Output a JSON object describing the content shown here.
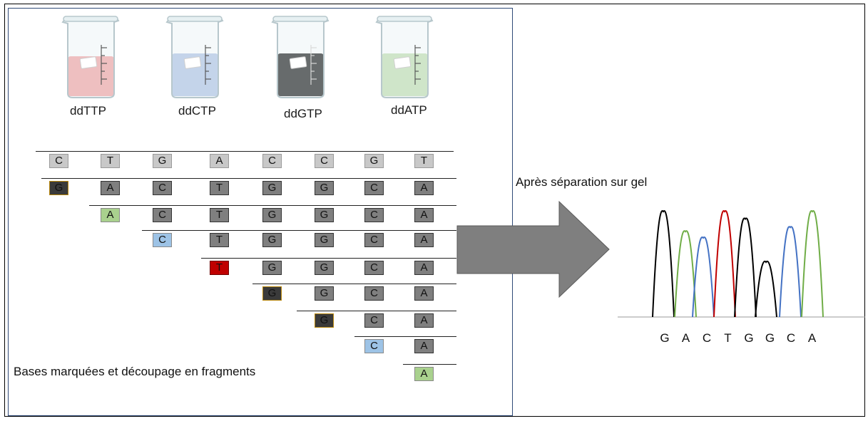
{
  "beakers": [
    {
      "label": "ddTTP",
      "liquid": "#f4a6a6",
      "fill_level": 0.7
    },
    {
      "label": "ddCTP",
      "liquid": "#b4c7e7",
      "fill_level": 0.75
    },
    {
      "label": "ddGTP",
      "liquid": "#262626",
      "fill_level": 0.75
    },
    {
      "label": "ddATP",
      "liquid": "#c5e0b4",
      "fill_level": 0.75
    }
  ],
  "template_strand": [
    "C",
    "T",
    "G",
    "A",
    "C",
    "C",
    "G",
    "T"
  ],
  "fragments": [
    {
      "bases": [
        "G",
        "A",
        "C",
        "T",
        "G",
        "G",
        "C",
        "A"
      ],
      "terminator": "black"
    },
    {
      "bases": [
        "A",
        "C",
        "T",
        "G",
        "G",
        "C",
        "A"
      ],
      "terminator": "green"
    },
    {
      "bases": [
        "C",
        "T",
        "G",
        "G",
        "C",
        "A"
      ],
      "terminator": "blue"
    },
    {
      "bases": [
        "T",
        "G",
        "G",
        "C",
        "A"
      ],
      "terminator": "red"
    },
    {
      "bases": [
        "G",
        "G",
        "C",
        "A"
      ],
      "terminator": "black"
    },
    {
      "bases": [
        "G",
        "C",
        "A"
      ],
      "terminator": "black"
    },
    {
      "bases": [
        "C",
        "A"
      ],
      "terminator": "blue"
    },
    {
      "bases": [
        "A"
      ],
      "terminator": "green"
    }
  ],
  "labels": {
    "fragments_caption": "Bases marquées et découpage en fragments",
    "gel_caption": "Après séparation sur gel"
  },
  "sequence_read": [
    "G",
    "A",
    "C",
    "T",
    "G",
    "G",
    "C",
    "A"
  ],
  "peaks": [
    {
      "base": "G",
      "color": "#000000",
      "height": 1.0
    },
    {
      "base": "A",
      "color": "#70ad47",
      "height": 0.81
    },
    {
      "base": "C",
      "color": "#4472c4",
      "height": 0.75
    },
    {
      "base": "T",
      "color": "#c00000",
      "height": 1.0
    },
    {
      "base": "G",
      "color": "#000000",
      "height": 0.93
    },
    {
      "base": "G",
      "color": "#000000",
      "height": 0.52
    },
    {
      "base": "C",
      "color": "#4472c4",
      "height": 0.85
    },
    {
      "base": "A",
      "color": "#70ad47",
      "height": 1.0
    }
  ],
  "colors": {
    "arrow": "#7f7f7f",
    "frame": "#2f4a78"
  }
}
